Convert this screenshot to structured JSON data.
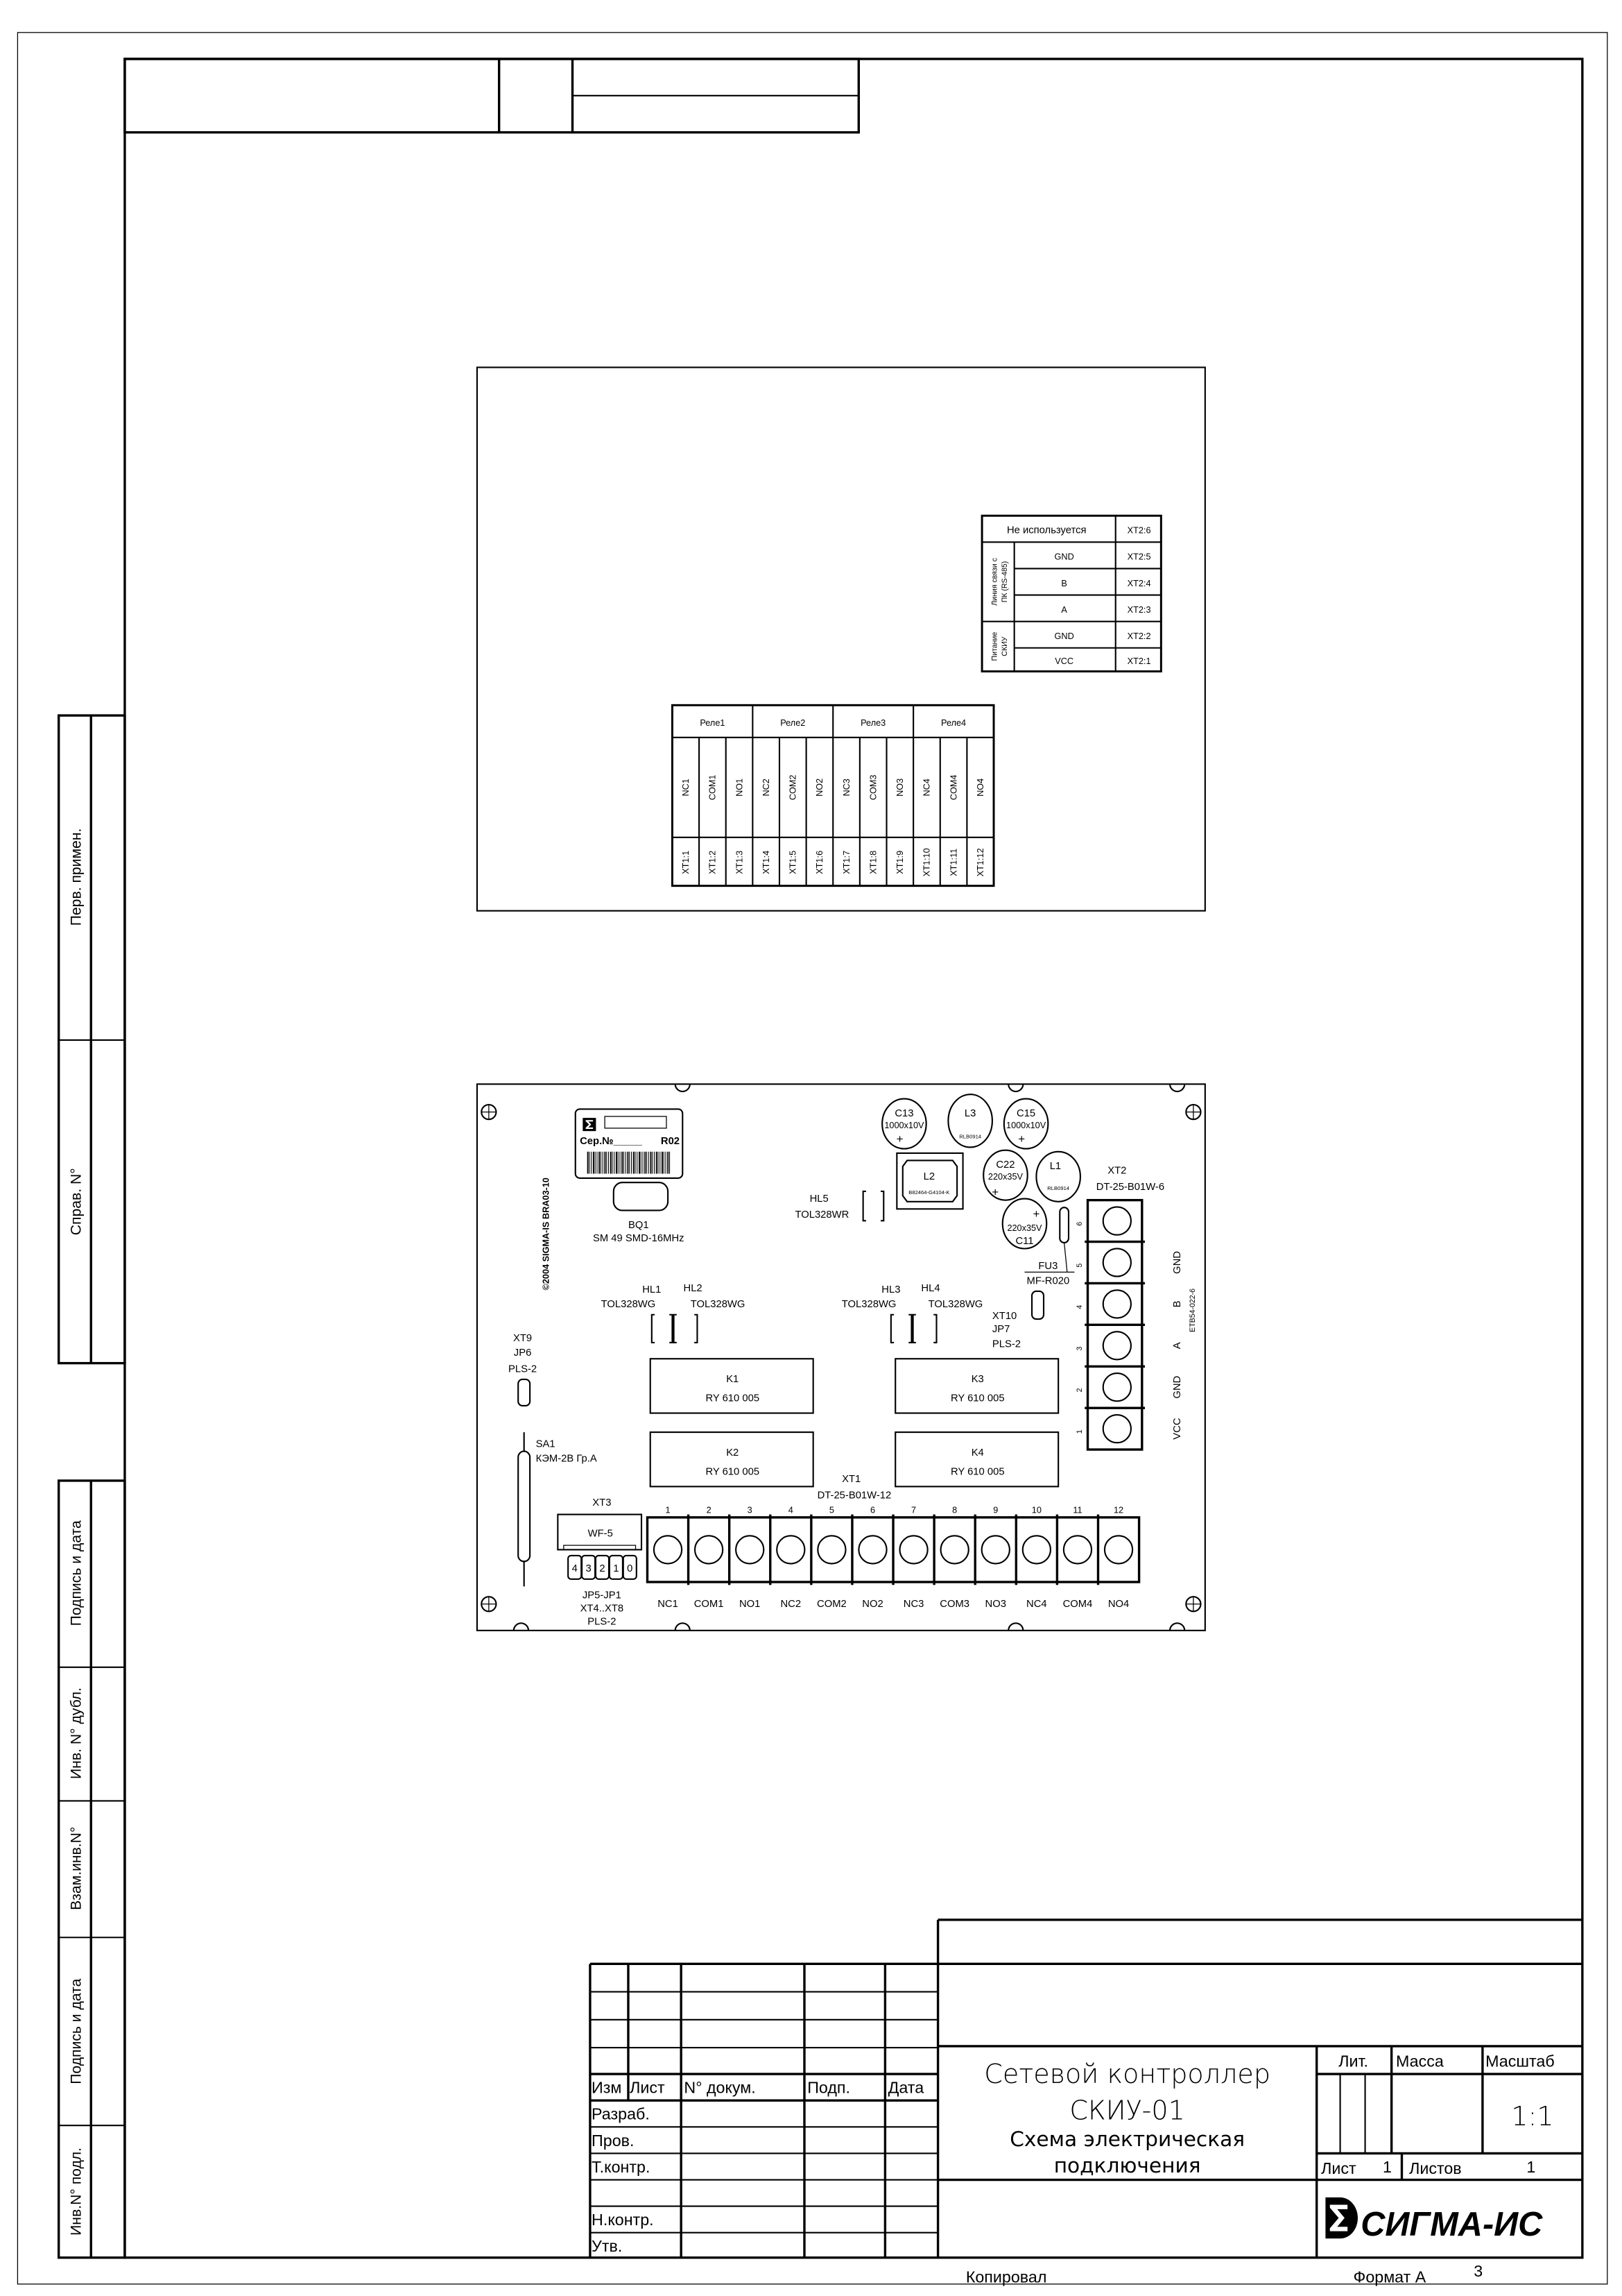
{
  "side_strip": [
    "Перв. примен.",
    "Справ. N°",
    "Подпись и дата",
    "Инв. N° дубл.",
    "Взам.инв.N°",
    "Подпись и дата",
    "Инв.N° подл."
  ],
  "connector_table": {
    "unused_label": "Не используется",
    "group_rs485": [
      "Линия связи с",
      "ПК (RS-485)"
    ],
    "group_power": [
      "Питание",
      "СКИУ"
    ],
    "rows": [
      {
        "signal": "GND",
        "pin": "XT2:5"
      },
      {
        "signal": "B",
        "pin": "XT2:4"
      },
      {
        "signal": "A",
        "pin": "XT2:3"
      },
      {
        "signal": "GND",
        "pin": "XT2:2"
      },
      {
        "signal": "VCC",
        "pin": "XT2:1"
      }
    ],
    "unused_pin": "XT2:6"
  },
  "relay_table": {
    "relays": [
      "Реле1",
      "Реле2",
      "Реле3",
      "Реле4"
    ],
    "contacts": [
      "NC1",
      "COM1",
      "NO1",
      "NC2",
      "COM2",
      "NO2",
      "NC3",
      "COM3",
      "NO3",
      "NC4",
      "COM4",
      "NO4"
    ],
    "pins": [
      "XT1:1",
      "XT1:2",
      "XT1:3",
      "XT1:4",
      "XT1:5",
      "XT1:6",
      "XT1:7",
      "XT1:8",
      "XT1:9",
      "XT1:10",
      "XT1:11",
      "XT1:12"
    ]
  },
  "pcb": {
    "label_serial": "Сер.№_____",
    "label_rev": "R02",
    "silkscreen": "©2004  SIGMA-IS  BRA03-10",
    "bq1": [
      "BQ1",
      "SM 49 SMD-16MHz"
    ],
    "c13": [
      "C13",
      "1000x10V",
      "+"
    ],
    "l3": [
      "L3",
      "RLB0914"
    ],
    "c15": [
      "C15",
      "1000x10V",
      "+"
    ],
    "l2": [
      "L2",
      "B82464-G4104-K"
    ],
    "c22": [
      "C22",
      "220x35V",
      "+"
    ],
    "l1": [
      "L1",
      "RLB0914"
    ],
    "c11": [
      "+",
      "220x35V",
      "C11"
    ],
    "fu3": [
      "FU3",
      "MF-R020"
    ],
    "hl5": [
      "HL5",
      "TOL328WR"
    ],
    "hl1": [
      "HL1",
      "TOL328WG"
    ],
    "hl2": [
      "HL2",
      "TOL328WG"
    ],
    "hl3": [
      "HL3",
      "TOL328WG"
    ],
    "hl4": [
      "HL4",
      "TOL328WG"
    ],
    "xt10": [
      "XT10",
      "JP7",
      "PLS-2"
    ],
    "xt9": [
      "XT9",
      "JP6",
      "PLS-2"
    ],
    "sa1": [
      "SA1",
      "КЭМ-2В Гр.А"
    ],
    "relays": [
      {
        "name": "K1",
        "part": "RY 610 005"
      },
      {
        "name": "K3",
        "part": "RY 610 005"
      },
      {
        "name": "K2",
        "part": "RY 610 005"
      },
      {
        "name": "K4",
        "part": "RY 610 005"
      }
    ],
    "xt2": {
      "name": "XT2",
      "part": "DT-25-B01W-6",
      "vendor": "ETB54-022-6",
      "pins": [
        "6",
        "5",
        "4",
        "3",
        "2",
        "1"
      ],
      "signals": [
        "GND",
        "B",
        "A",
        "GND",
        "VCC"
      ]
    },
    "xt1": {
      "name": "XT1",
      "part": "DT-25-B01W-12",
      "pins": [
        "1",
        "2",
        "3",
        "4",
        "5",
        "6",
        "7",
        "8",
        "9",
        "10",
        "11",
        "12"
      ],
      "signals": [
        "NC1",
        "COM1",
        "NO1",
        "NC2",
        "COM2",
        "NO2",
        "NC3",
        "COM3",
        "NO3",
        "NC4",
        "COM4",
        "NO4"
      ]
    },
    "xt3": {
      "name": "XT3",
      "part": "WF-5",
      "pins": [
        "4",
        "3",
        "2",
        "1",
        "0"
      ],
      "notes": [
        "JP5-JP1",
        "XT4..XT8",
        "PLS-2"
      ]
    }
  },
  "title_block": {
    "headers": [
      "Изм",
      "Лист",
      "N° докум.",
      "Подп.",
      "Дата"
    ],
    "roles": [
      "Разраб.",
      "Пров.",
      "Т.контр.",
      "",
      "Н.контр.",
      "Утв."
    ],
    "title_line1": "Сетевой контроллер",
    "title_line2": "СКИУ-01",
    "title_line3": "Схема электрическая",
    "title_line4": "подключения",
    "lit_label": "Лит.",
    "mass_label": "Масса",
    "scale_label": "Масштаб",
    "scale_value": "1:1",
    "sheet_label": "Лист",
    "sheet_value": "1",
    "sheets_label": "Листов",
    "sheets_value": "1",
    "company": "СИГМА-ИС",
    "copied": "Копировал",
    "format_label": "Формат А",
    "format_value": "3"
  }
}
